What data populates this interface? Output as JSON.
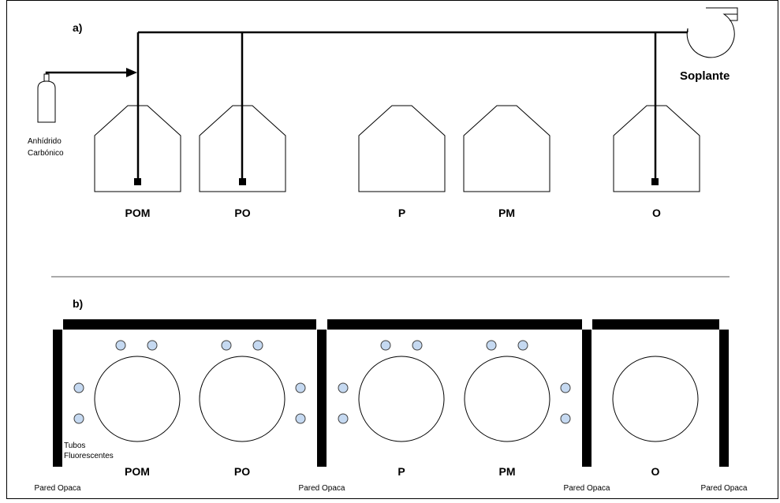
{
  "panel_a": {
    "label": "a)",
    "gas_source_label_line1": "Anhídrido",
    "gas_source_label_line2": "Carbónico",
    "blower_label": "Soplante",
    "containers": [
      "POM",
      "PO",
      "P",
      "PM",
      "O"
    ],
    "diffused_containers": [
      "POM",
      "PO",
      "O"
    ]
  },
  "panel_b": {
    "label": "b)",
    "containers": [
      "POM",
      "PO",
      "P",
      "PM",
      "O"
    ],
    "tubes_label_line1": "Tubos",
    "tubes_label_line2": "Fluorescentes",
    "wall_labels": [
      "Pared Opaca",
      "Pared Opaca",
      "Pared Opaca",
      "Pared Opaca"
    ]
  },
  "colors": {
    "line": "#000000",
    "tube_fill": "#c5d9f1",
    "tube_stroke": "#404040",
    "divider": "#555555"
  }
}
